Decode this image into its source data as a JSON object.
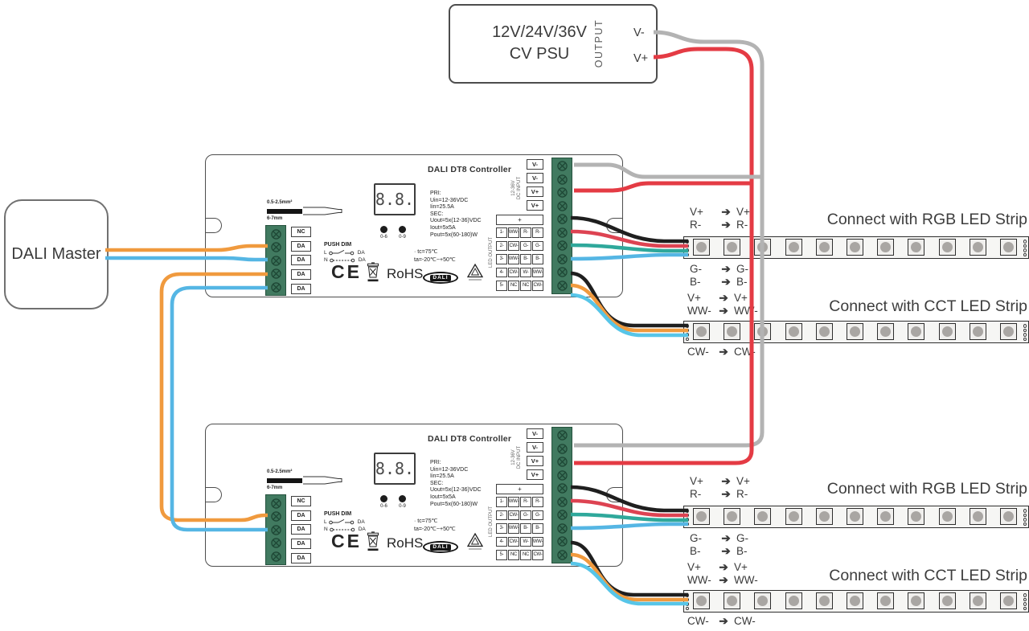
{
  "psu": {
    "title_line1": "12V/24V/36V",
    "title_line2": "CV PSU",
    "output_label": "OUTPUT",
    "v_minus": "V-",
    "v_plus": "V+"
  },
  "dali_master": {
    "label": "DALI Master"
  },
  "controller": {
    "title": "DALI DT8 Controller",
    "display": "8.8.",
    "buttons": {
      "left": "0-6",
      "right": "0-9"
    },
    "left_terminals": [
      "NC",
      "DA",
      "DA",
      "DA",
      "DA"
    ],
    "dc_terminals": [
      "V-",
      "V-",
      "V+",
      "V+"
    ],
    "dc_input": [
      "12-36V",
      "DC INPUT"
    ],
    "led_output_label": "LED OUTPUT",
    "specs": [
      "PRI:",
      "Uin=12-36VDC",
      "Iin=25.5A",
      "SEC:",
      "Uout=5x(12-36)VDC",
      "Iout=5x5A",
      "Pout=5x(60-180)W"
    ],
    "temp": [
      "· tc=75℃",
      "ta=-20℃~+50℃"
    ],
    "wire_gauge": {
      "size": "0.5-2.5mm²",
      "strip": "6-7mm"
    },
    "push_dim": {
      "title": "PUSH DIM",
      "l": "L",
      "n": "N",
      "da": "DA"
    },
    "matrix_plus": "+",
    "matrix": [
      [
        "1-",
        "WW-",
        "R-",
        "R-"
      ],
      [
        "2-",
        "CW-",
        "G-",
        "G-"
      ],
      [
        "3-",
        "WW-",
        "B-",
        "B-"
      ],
      [
        "4-",
        "CW-",
        "W-",
        "WW-"
      ],
      [
        "5-",
        "NC",
        "NC",
        "CW-"
      ]
    ],
    "certs": {
      "ce": "CE",
      "rohs": "RoHS",
      "dali": "DALI"
    }
  },
  "strips": {
    "rgb": {
      "heading": "Connect with RGB LED Strip",
      "pins_top": [
        "V+",
        "R-"
      ],
      "pins_bottom": [
        "G-",
        "B-"
      ]
    },
    "cct": {
      "heading": "Connect with CCT LED Strip",
      "pins_top": [
        "V+",
        "WW-"
      ],
      "pins_bottom": [
        "CW-"
      ]
    }
  },
  "colors": {
    "wire_gray": "#b3b3b3",
    "wire_red": "#e43b44",
    "wire_orange": "#f09a3e",
    "wire_blue": "#55b6e4",
    "wire_black": "#1f1f1f",
    "wire_crimson": "#dd4352",
    "wire_teal": "#2fa89b",
    "wire_cyan": "#57c5e8",
    "terminal_green": "#417a60",
    "text": "#3a3a3a"
  }
}
